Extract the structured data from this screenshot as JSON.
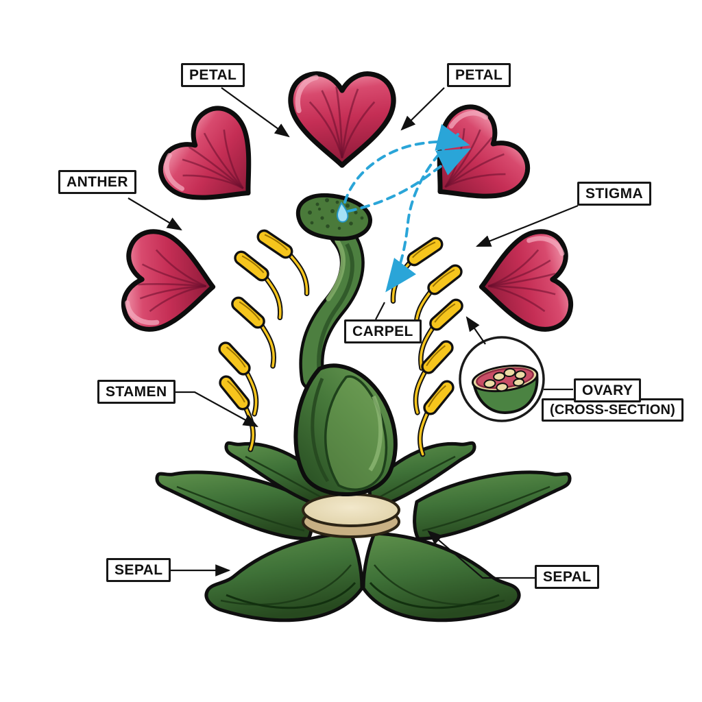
{
  "diagram": {
    "type": "flower-anatomy-diagram",
    "background": "#ffffff",
    "labels": {
      "petal_left": "PETAL",
      "petal_right": "PETAL",
      "anther": "ANTHER",
      "stigma": "STIGMA",
      "carpel": "CARPEL",
      "stamen": "STAMEN",
      "ovary": "OVARY",
      "ovary_sub": "(CROSS-SECTION)",
      "sepal_left": "SEPAL",
      "sepal_right": "SEPAL"
    },
    "parts": {
      "petal_count": 5,
      "stamen_count": 10,
      "sepal_count": 6,
      "ovule_count": 6,
      "has_receptacle_disc": true,
      "has_ovary_cross_section_inset": true,
      "has_pollination_dashed_arrows": true,
      "has_nectar_droplet_on_stigma": true
    },
    "colors": {
      "petal_main": "#c52e55",
      "petal_highlight": "#ee8fa6",
      "petal_dark": "#8e1a39",
      "stamen_yellow": "#f6c51d",
      "carpel_green": "#4d7f40",
      "carpel_dark": "#2f5728",
      "stigma_head": "#4a7a3a",
      "sepal_green": "#3f7238",
      "receptacle_top": "#ece0bd",
      "receptacle_side": "#c8b084",
      "cross_section_interior": "#c94e66",
      "cross_section_rim": "#e8d9a2",
      "ovule": "#ecdba6",
      "pollination_arrow_blue": "#2aa5d8",
      "outline_black": "#101010",
      "label_border": "#171717"
    }
  }
}
